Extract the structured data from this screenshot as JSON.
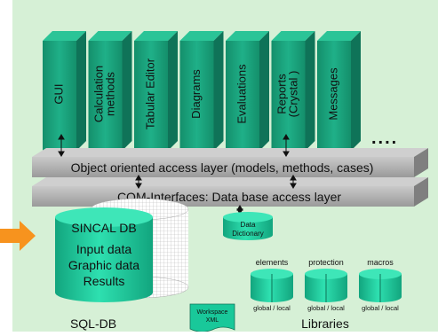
{
  "modules": [
    "GUI",
    "Calculation\nmethods",
    "Tabular Editor",
    "Diagrams",
    "Evaluations",
    "Reports\n(Crystal )",
    "Messages"
  ],
  "ellipsis": "....",
  "layer_object": "Object oriented access layer (models, methods, cases)",
  "layer_com": "COM-Interfaces: Data base access layer",
  "sincal": {
    "title": "SINCAL DB",
    "lines": [
      "Input data",
      "Graphic data",
      "Results"
    ]
  },
  "sql_db_label": "SQL-DB",
  "data_dictionary": [
    "Data",
    "Dictionary"
  ],
  "workspace": [
    "Workspace",
    "XML"
  ],
  "libraries": {
    "label": "Libraries",
    "items": [
      {
        "name": "elements",
        "sub": "global / local"
      },
      {
        "name": "protection",
        "sub": "global / local"
      },
      {
        "name": "macros",
        "sub": "global / local"
      }
    ]
  },
  "colors": {
    "background": "#d6f0d6",
    "module_front": "#1fad83",
    "module_top": "#128a67",
    "module_side": "#0f7358",
    "layer": "#a9a9a9",
    "cylinder": "#19c89a",
    "arrow": "#f7931e"
  }
}
